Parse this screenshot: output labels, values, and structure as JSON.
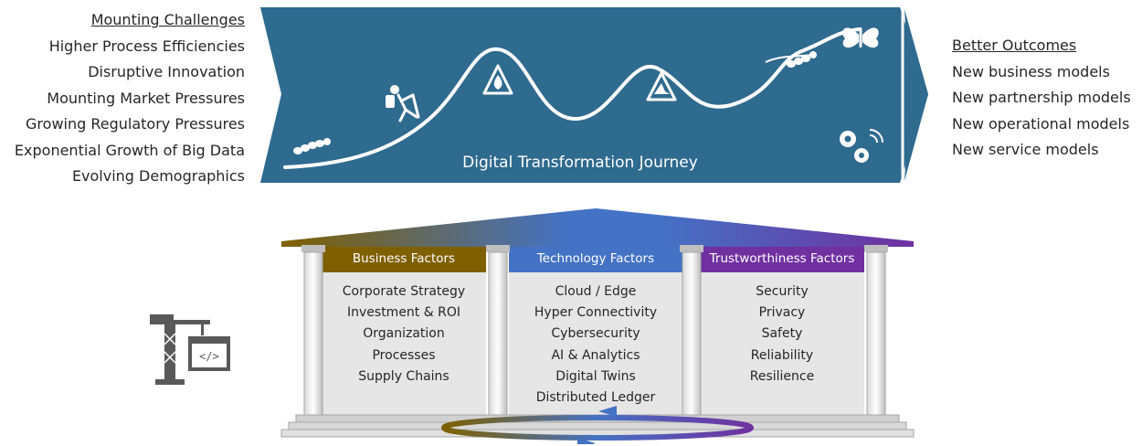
{
  "challenges": {
    "header": "Mounting Challenges",
    "items": [
      "Higher Process Efficiencies",
      "Disruptive Innovation",
      "Mounting Market Pressures",
      "Growing Regulatory Pressures",
      "Exponential Growth of Big Data",
      "Evolving Demographics"
    ]
  },
  "outcomes": {
    "header": "Better Outcomes",
    "items": [
      "New business models",
      "New partnership models",
      "New operational models",
      "New service models"
    ]
  },
  "journey": {
    "label": "Digital Transformation Journey"
  },
  "columns": [
    {
      "title": "Business Factors",
      "color": "#7f6000",
      "items": [
        "Corporate Strategy",
        "Investment & ROI",
        "Organization",
        "Processes",
        "Supply Chains"
      ]
    },
    {
      "title": "Technology Factors",
      "color": "#4472c4",
      "items": [
        "Cloud / Edge",
        "Hyper Connectivity",
        "Cybersecurity",
        "AI & Analytics",
        "Digital Twins",
        "Distributed Ledger"
      ]
    },
    {
      "title": "Trustworthiness Factors",
      "color": "#7030a0",
      "items": [
        "Security",
        "Privacy",
        "Safety",
        "Reliability",
        "Resilience"
      ]
    }
  ],
  "colors": {
    "banner": "#2f6a8f",
    "pillar": "#c8c8c8",
    "panel": "#e6e6e6"
  }
}
